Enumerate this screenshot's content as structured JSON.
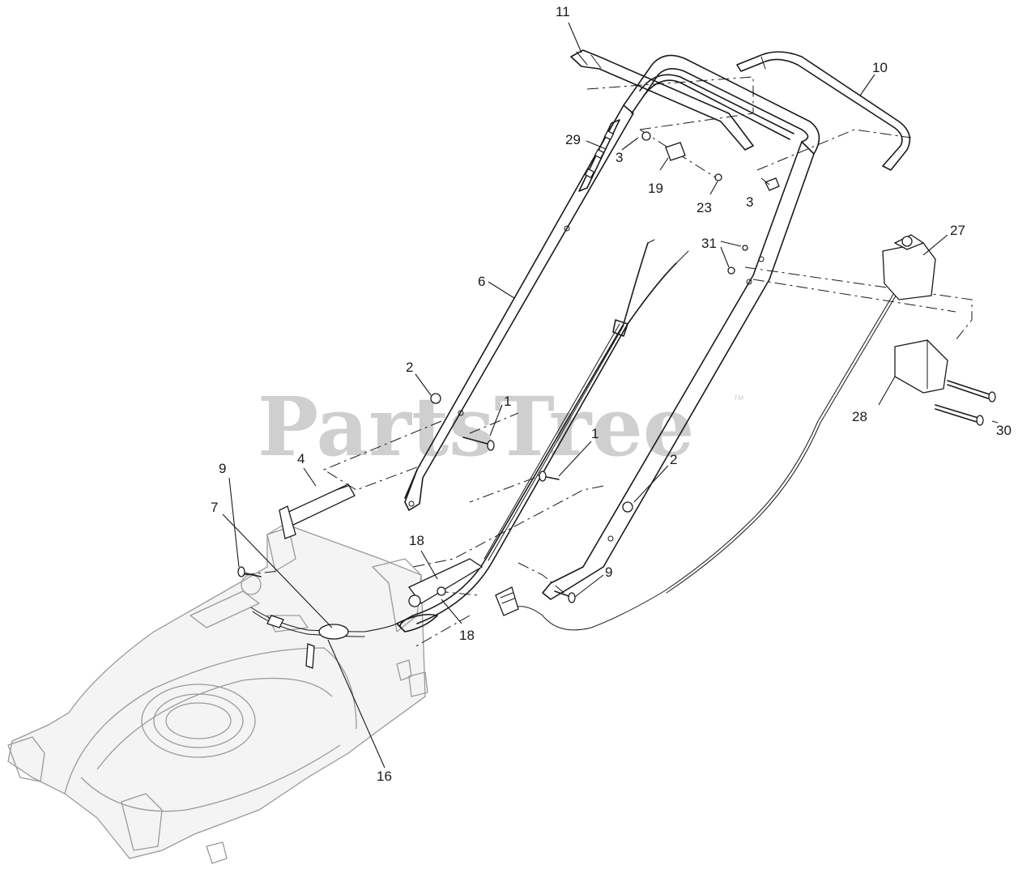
{
  "watermark": {
    "text": "PartsTree",
    "trademark": "™"
  },
  "callouts": [
    {
      "id": "c11",
      "label": "11"
    },
    {
      "id": "c10",
      "label": "10"
    },
    {
      "id": "c29",
      "label": "29"
    },
    {
      "id": "c3a",
      "label": "3"
    },
    {
      "id": "c19",
      "label": "19"
    },
    {
      "id": "c23",
      "label": "23"
    },
    {
      "id": "c3b",
      "label": "3"
    },
    {
      "id": "c27",
      "label": "27"
    },
    {
      "id": "c31",
      "label": "31"
    },
    {
      "id": "c6",
      "label": "6"
    },
    {
      "id": "c2a",
      "label": "2"
    },
    {
      "id": "c1a",
      "label": "1"
    },
    {
      "id": "c1b",
      "label": "1"
    },
    {
      "id": "c2b",
      "label": "2"
    },
    {
      "id": "c28",
      "label": "28"
    },
    {
      "id": "c30",
      "label": "30"
    },
    {
      "id": "c9a",
      "label": "9"
    },
    {
      "id": "c4",
      "label": "4"
    },
    {
      "id": "c7",
      "label": "7"
    },
    {
      "id": "c18a",
      "label": "18"
    },
    {
      "id": "c9b",
      "label": "9"
    },
    {
      "id": "c18b",
      "label": "18"
    },
    {
      "id": "c16",
      "label": "16"
    }
  ]
}
